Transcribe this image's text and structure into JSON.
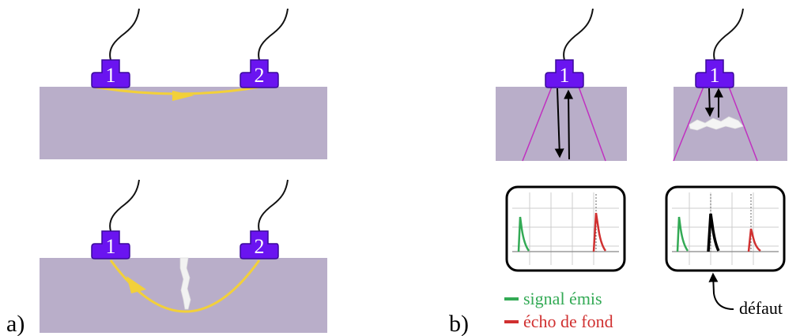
{
  "panel_a": {
    "label": "a)",
    "probe_labels": [
      "1",
      "2"
    ]
  },
  "panel_b": {
    "label": "b)",
    "probe_label": "1",
    "legend": [
      {
        "text": "signal émis",
        "color": "#33aa55"
      },
      {
        "text": "écho de fond",
        "color": "#d03030"
      }
    ],
    "defect_label": "défaut"
  },
  "colors": {
    "material": "#b9aec9",
    "probe": "#6a14f0",
    "probe_outline": "#3a0a9a",
    "wave_path": "#f2d03a",
    "beam": "#c030c0",
    "crack": "#f2f2f2",
    "emitted": "#33aa55",
    "backwall": "#d03030",
    "defect_echo": "#000000"
  },
  "icons": [
    "transducer-probe-icon",
    "crack-icon",
    "oscilloscope-screen-icon"
  ]
}
